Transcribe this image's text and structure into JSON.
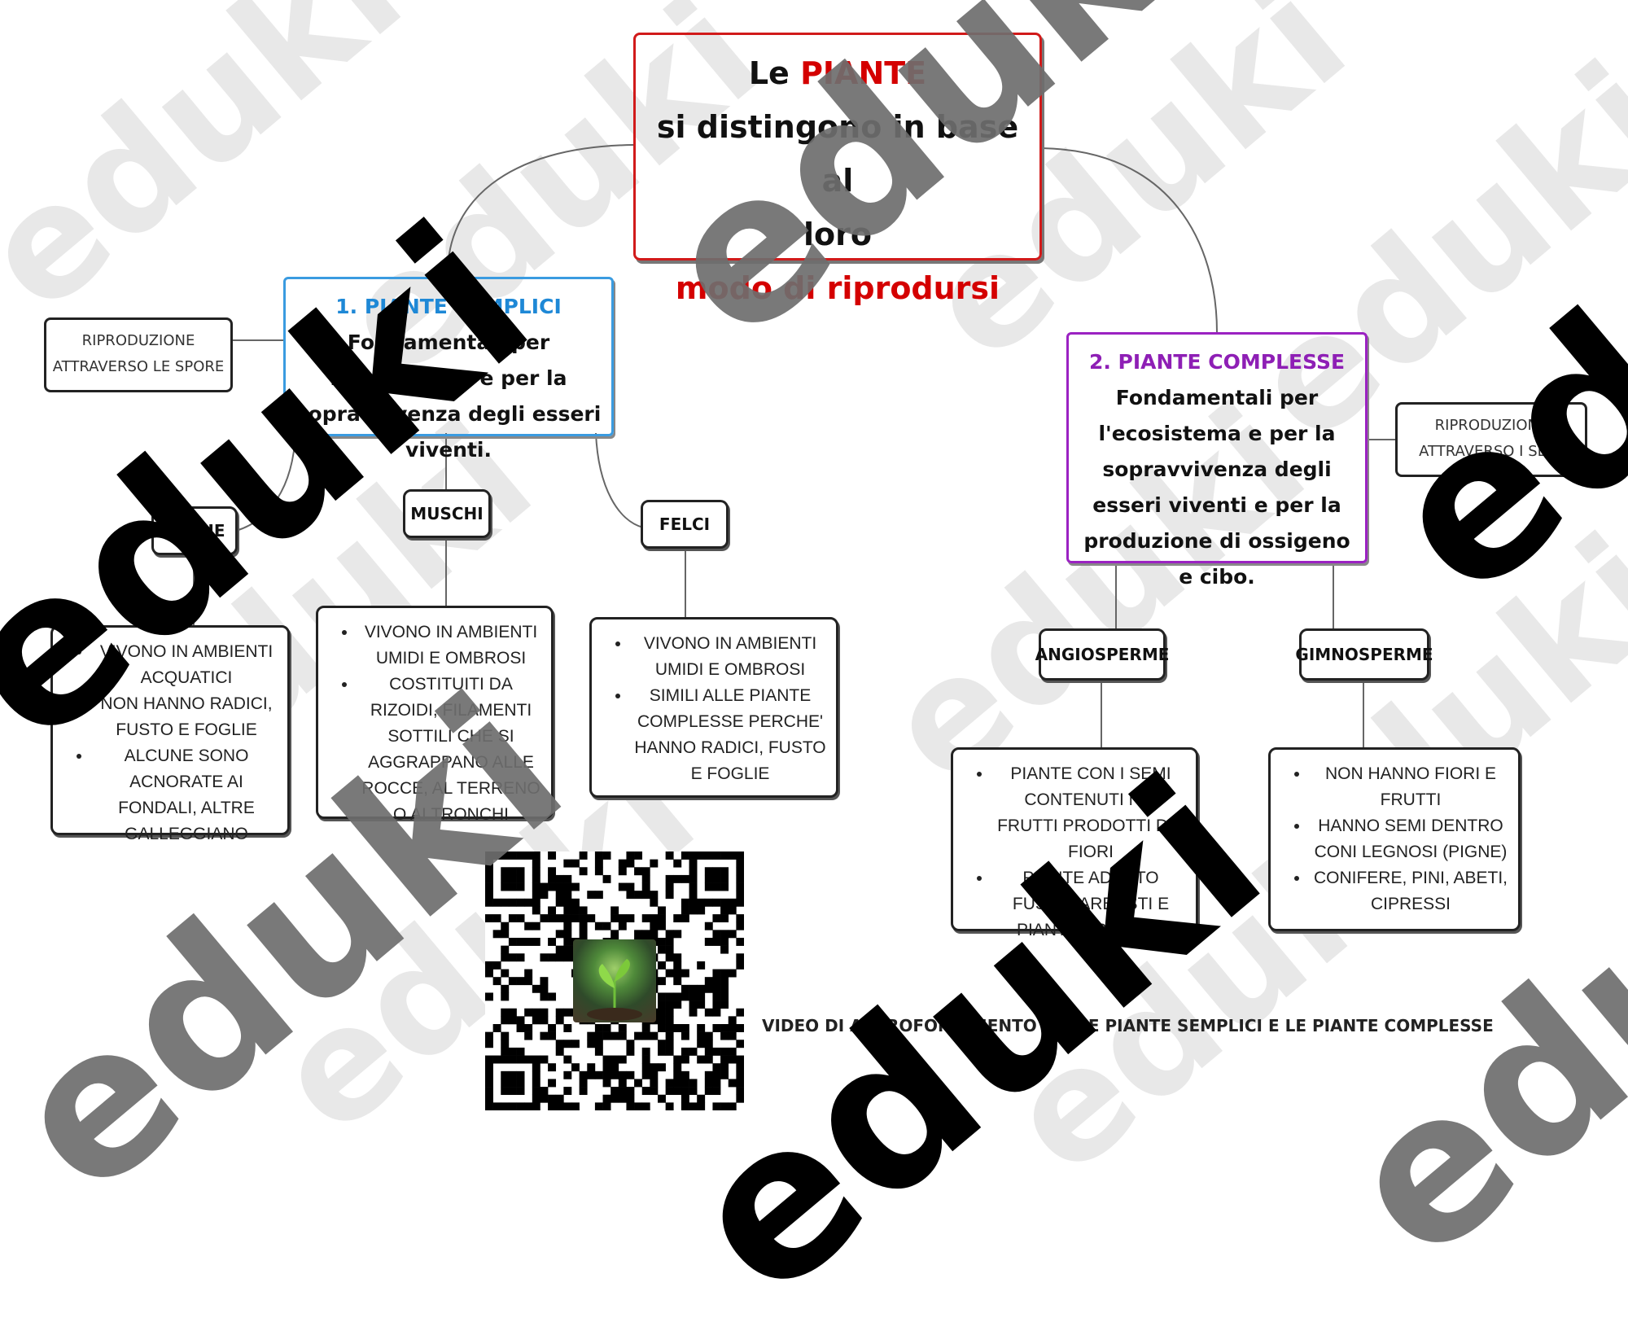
{
  "root": {
    "line1_pre": "Le ",
    "line1_red": "PIANTE",
    "line2": "si distingono in base al",
    "line3": "loro",
    "line4": "modo di riprodursi"
  },
  "simple": {
    "title": "1. PIANTE SEMPLICI",
    "desc": "Fondamentali per l'ecosistema e per la sopravvivenza degli esseri viventi.",
    "side": "RIPRODUZIONE ATTRAVERSO LE SPORE",
    "children": [
      {
        "label": "ALGHE",
        "items": [
          "VIVONO IN AMBIENTI ACQUATICI",
          "NON HANNO RADICI, FUSTO E FOGLIE",
          "ALCUNE SONO ACNORATE AI FONDALI, ALTRE GALLEGGIANO"
        ]
      },
      {
        "label": "MUSCHI",
        "items": [
          "VIVONO IN AMBIENTI UMIDI E OMBROSI",
          "COSTITUITI DA RIZOIDI, FILAMENTI SOTTILI CHE SI AGGRAPPANO ALLE ROCCE, AL TERRENO O AI TRONCHI"
        ]
      },
      {
        "label": "FELCI",
        "items": [
          "VIVONO IN AMBIENTI UMIDI E OMBROSI",
          "SIMILI ALLE PIANTE COMPLESSE PERCHE' HANNO RADICI, FUSTO E FOGLIE"
        ]
      }
    ]
  },
  "complex": {
    "title": "2. PIANTE COMPLESSE",
    "desc": "Fondamentali per l'ecosistema e per la sopravvivenza degli esseri viventi e per la produzione di ossigeno e cibo.",
    "side": "RIPRODUZIONE ATTRAVERSO I SEMI",
    "children": [
      {
        "label": "ANGIOSPERME",
        "items": [
          "PIANTE CON I SEMI CONTENUTI NEI FRUTTI PRODOTTI DAI FIORI",
          "PIANTE AD ALTO FUSTO, ARBUSTI E PIANTE ERBACEE"
        ]
      },
      {
        "label": "GIMNOSPERME",
        "items": [
          "NON HANNO FIORI E FRUTTI",
          "HANNO SEMI DENTRO CONI LEGNOSI (PIGNE)",
          "CONIFERE, PINI, ABETI, CIPRESSI"
        ]
      }
    ]
  },
  "video": {
    "caption": "VIDEO DI APPROFONDIMENTO SULLE PIANTE SEMPLICI E LE PIANTE COMPLESSE"
  },
  "watermark": {
    "text": "eduki"
  },
  "colors": {
    "root_border": "#d11a1a",
    "simple": "#3a9be0",
    "complex": "#9b22c2"
  }
}
